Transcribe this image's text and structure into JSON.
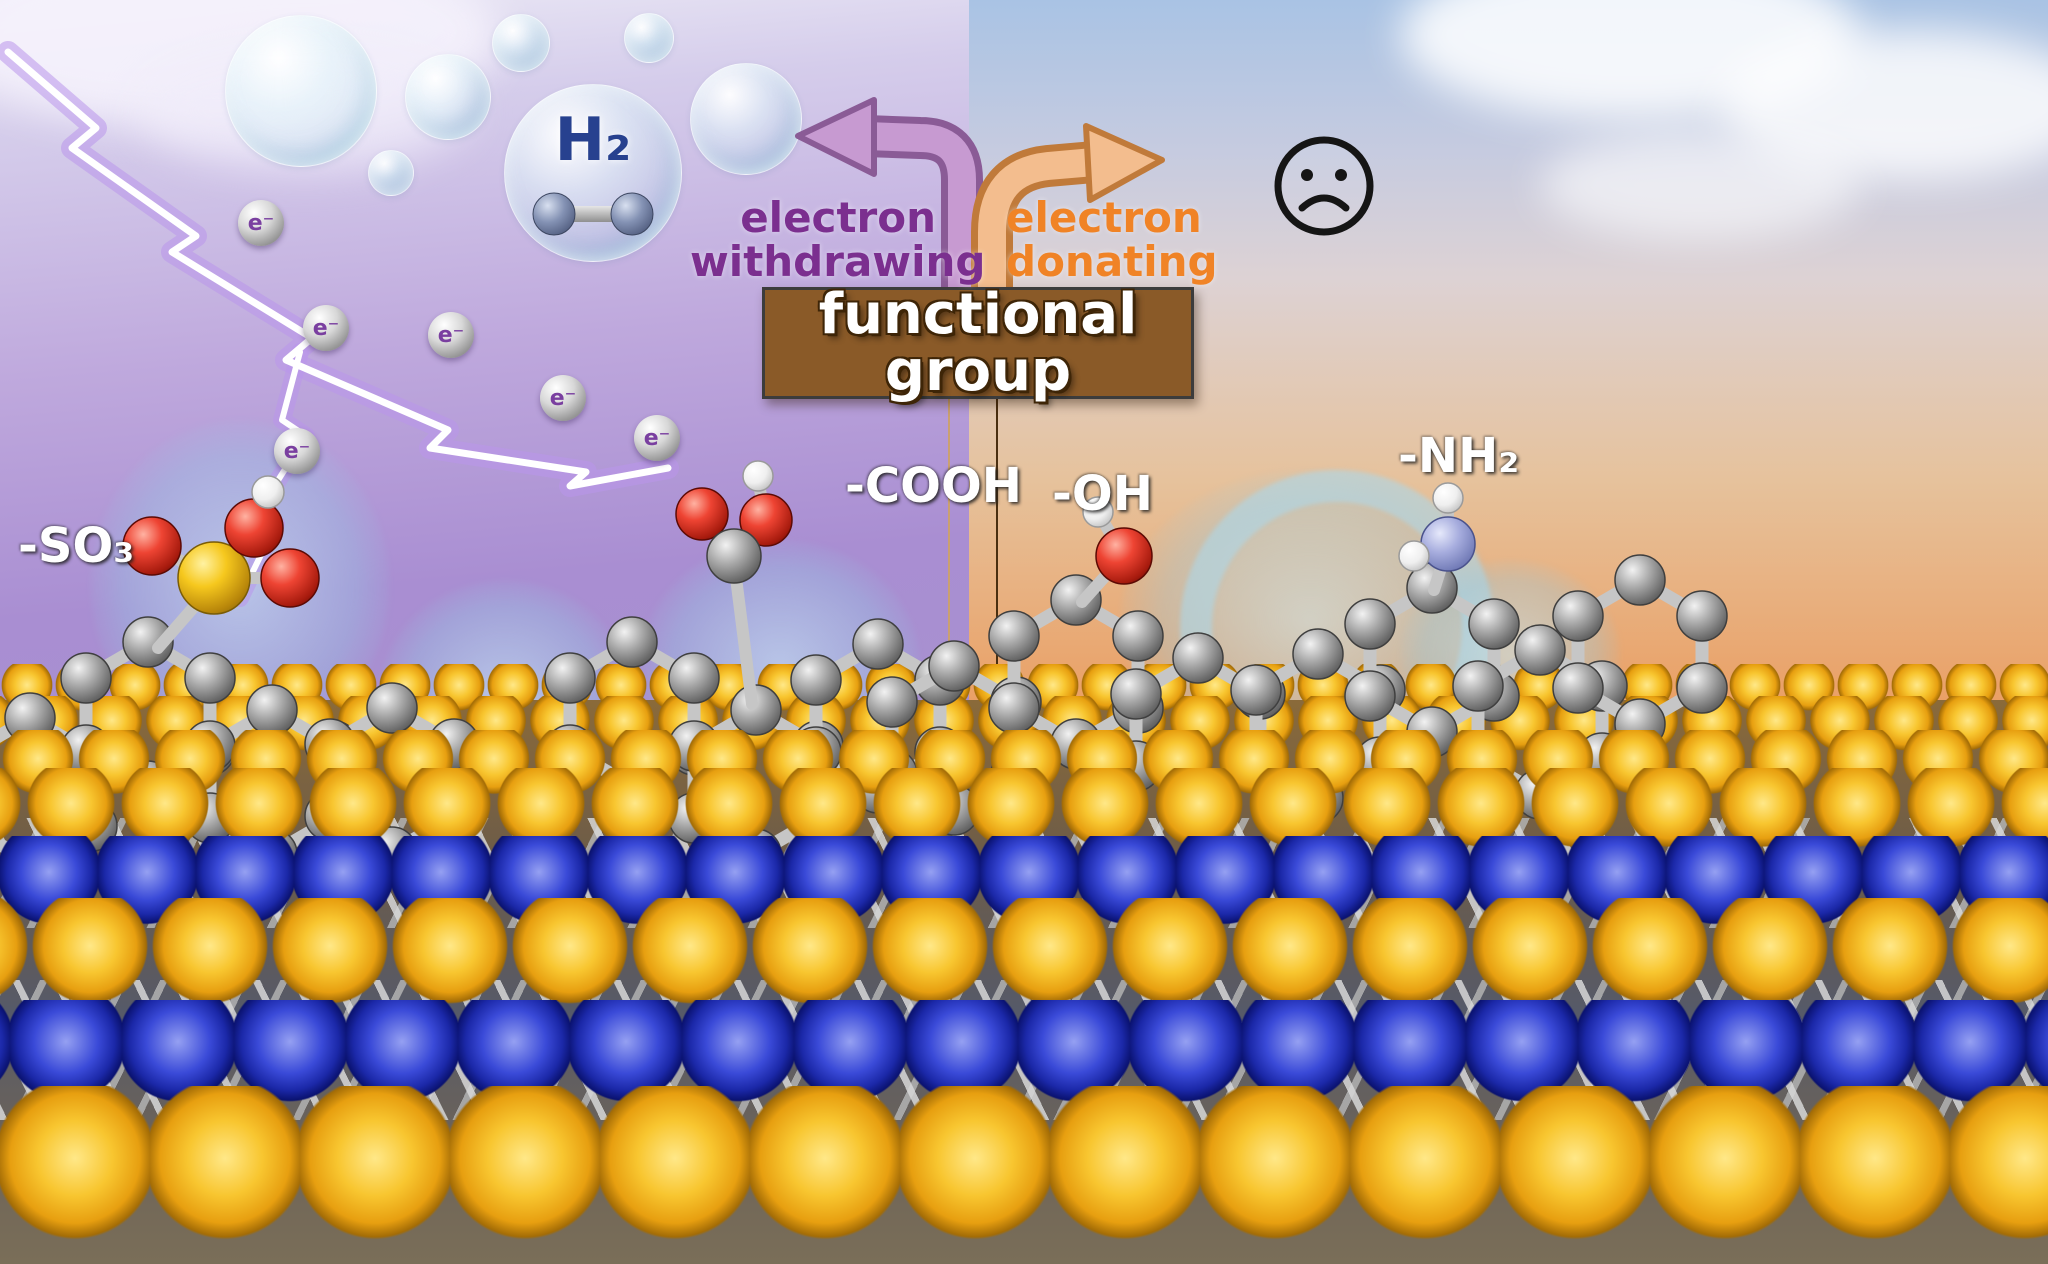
{
  "scene": {
    "bubble": {
      "h2": "H₂"
    },
    "electrons": {
      "label": "e⁻"
    },
    "arrows": {
      "withdrawing": {
        "line1": "electron",
        "line2": "withdrawing",
        "color": "#7b2f8f"
      },
      "donating": {
        "line1": "electron",
        "line2": "donating",
        "color": "#f08326"
      }
    },
    "sign": {
      "line1": "functional",
      "line2": "group"
    },
    "functional_groups": {
      "so3": "-SO₃",
      "cooh": "-COOH",
      "oh": "-OH",
      "nh2": "-NH₂"
    },
    "colors": {
      "purple_accent": "#7b2f8f",
      "orange_accent": "#f08326",
      "wood": "#8a5a28",
      "sulfur_gold": "#f2b51c",
      "molybdenum_blue": "#2434c8"
    }
  }
}
